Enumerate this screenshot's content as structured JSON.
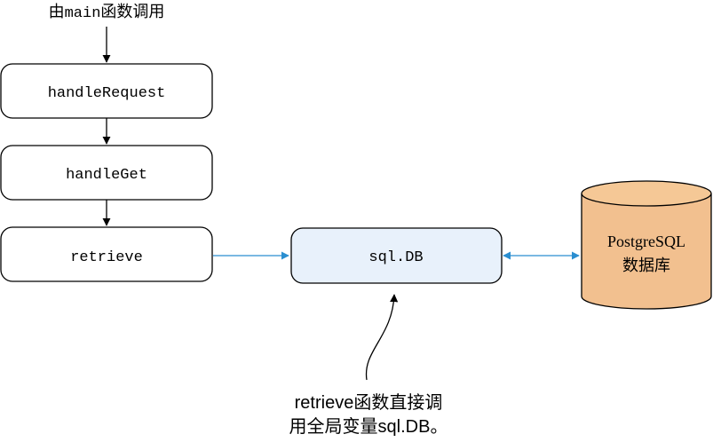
{
  "top_caption": {
    "prefix": "由",
    "code": "main",
    "suffix": "函数调用"
  },
  "functions": {
    "handle_request": "handleRequest",
    "handle_get": "handleGet",
    "retrieve": "retrieve"
  },
  "db_handle": "sql.DB",
  "database": {
    "line1": "PostgreSQL",
    "line2": "数据库"
  },
  "note": {
    "line1": "retrieve函数直接调",
    "line2": "用全局变量sql.DB。"
  },
  "colors": {
    "db_box_fill": "#e8f1fb",
    "cylinder_fill": "#f2c08f",
    "cylinder_top": "#f5c896",
    "connector_blue": "#2a8ed0"
  }
}
